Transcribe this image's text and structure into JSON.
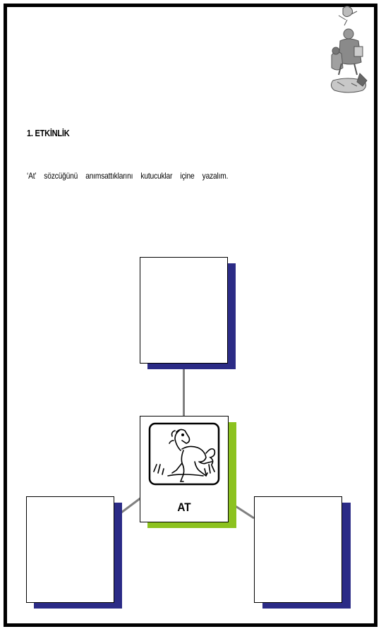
{
  "activity": {
    "title": "1. ETKİNLİK",
    "instruction": "‘At’ sözcüğünü anımsattıklarını kutucuklar içine yazalım."
  },
  "diagram": {
    "center_word": "AT",
    "answer_boxes": [
      {
        "id": "top",
        "text": ""
      },
      {
        "id": "bottom-left",
        "text": ""
      },
      {
        "id": "bottom-right",
        "text": ""
      }
    ]
  },
  "colors": {
    "answer_shadow": "#2b2b86",
    "center_shadow": "#8cc21f",
    "connector": "#808080",
    "frame": "#000000"
  },
  "icons": {
    "corner_illustration": "children-reading-illustration",
    "center_picture": "horse-illustration"
  }
}
